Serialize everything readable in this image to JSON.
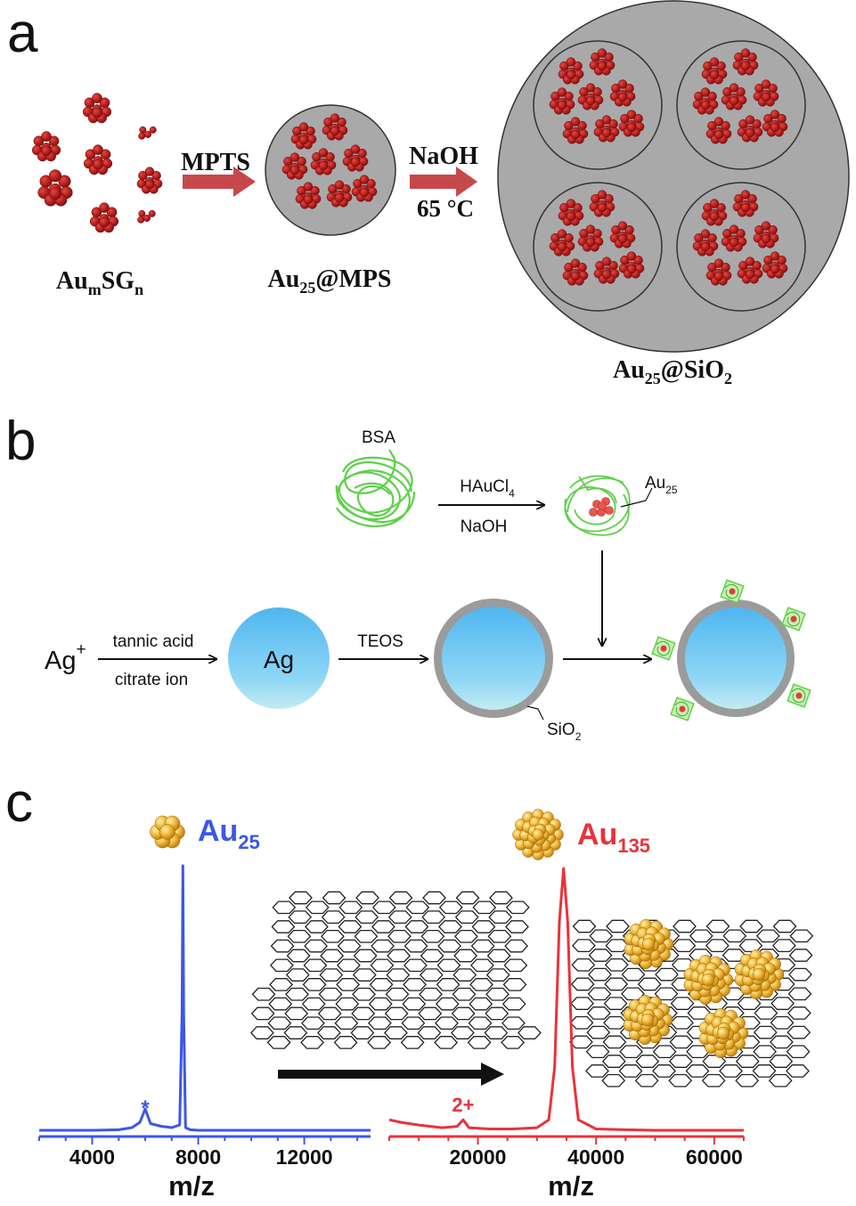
{
  "panel_labels": {
    "a": "a",
    "b": "b",
    "c": "c"
  },
  "panel_a": {
    "reactant": {
      "base": "Au",
      "sub1": "m",
      "mid": "SG",
      "sub2": "n"
    },
    "step1_label": "MPTS",
    "intermediate": {
      "base": "Au",
      "sub": "25",
      "rest": "@MPS"
    },
    "step2_label_top": "NaOH",
    "step2_label_bottom": "65 °C",
    "product": {
      "base": "Au",
      "sub": "25",
      "mid": "@SiO",
      "sub2": "2"
    },
    "colors": {
      "cluster": "#b51d1d",
      "shell": "#a9a9a9",
      "arrow": "#c7484a"
    }
  },
  "panel_b": {
    "bsa": "BSA",
    "reagent_top": {
      "base": "HAuCl",
      "sub": "4"
    },
    "reagent_bottom": "NaOH",
    "au_label": {
      "base": "Au",
      "sub": "25"
    },
    "ag_ion": {
      "base": "Ag",
      "sup": "+"
    },
    "step1_top": "tannic acid",
    "step1_bottom": "citrate ion",
    "ag_core": "Ag",
    "teos": "TEOS",
    "sio2": {
      "base": "SiO",
      "sub": "2"
    },
    "colors": {
      "protein": "#5ed04a",
      "core": "#6cc6f0",
      "shell": "#9b9b9b"
    }
  },
  "panel_c": {
    "au25": {
      "base": "Au",
      "sub": "25"
    },
    "au135": {
      "base": "Au",
      "sub": "135"
    },
    "colors": {
      "blue": "#3b57e8",
      "red": "#e8333b",
      "gold": "#f0b93a"
    }
  },
  "chart_data": [
    {
      "type": "line",
      "name": "",
      "xlabel": "m/z",
      "ylabel": "",
      "xlim": [
        2000,
        14500
      ],
      "xticks": [
        4000,
        8000,
        12000
      ],
      "ylim": [
        0,
        1
      ],
      "annotations": [
        {
          "text": "*",
          "x": 6000
        }
      ],
      "series": [
        {
          "name": "",
          "color": "#3b57e8",
          "x": [
            2000,
            3000,
            4000,
            5000,
            5500,
            5800,
            6000,
            6200,
            6600,
            7000,
            7300,
            7390,
            7420,
            7450,
            7520,
            7700,
            8000,
            9000,
            10000,
            11000,
            12000,
            13000,
            14000,
            14500
          ],
          "y": [
            0.01,
            0.01,
            0.01,
            0.012,
            0.02,
            0.04,
            0.09,
            0.035,
            0.025,
            0.02,
            0.03,
            0.45,
            1.0,
            0.45,
            0.02,
            0.012,
            0.01,
            0.01,
            0.01,
            0.01,
            0.01,
            0.01,
            0.01,
            0.01
          ]
        }
      ]
    },
    {
      "type": "line",
      "name": "",
      "xlabel": "m/z",
      "ylabel": "",
      "xlim": [
        5000,
        65000
      ],
      "xticks": [
        20000,
        40000,
        60000
      ],
      "ylim": [
        0,
        1
      ],
      "annotations": [
        {
          "text": "2+",
          "x": 17500
        }
      ],
      "series": [
        {
          "name": "",
          "color": "#e8333b",
          "x": [
            5000,
            7000,
            10000,
            14000,
            16500,
            17500,
            18500,
            22000,
            26000,
            30000,
            32000,
            33000,
            33800,
            34500,
            35200,
            36000,
            37000,
            40000,
            45000,
            50000,
            55000,
            60000,
            65000
          ],
          "y": [
            0.05,
            0.04,
            0.03,
            0.02,
            0.025,
            0.05,
            0.02,
            0.015,
            0.015,
            0.02,
            0.05,
            0.25,
            0.8,
            1.0,
            0.8,
            0.25,
            0.05,
            0.015,
            0.012,
            0.01,
            0.01,
            0.01,
            0.01
          ]
        }
      ]
    }
  ]
}
